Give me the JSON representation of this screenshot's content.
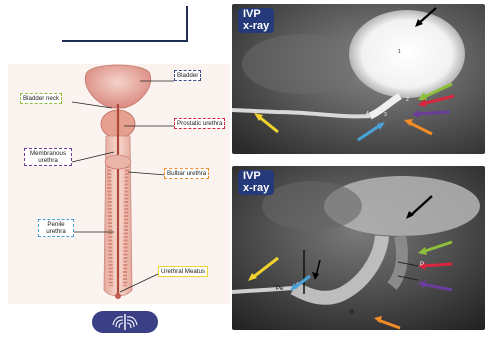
{
  "diagram": {
    "labels": {
      "bladder": "Bladder",
      "bladder_neck": "Bladder neck",
      "prostatic_urethra": "Prostatic urethra",
      "membranous_urethra": "Membranous urethra",
      "bulbar_urethra": "Bulbar urethra",
      "penile_urethra": "Penile urethra",
      "urethral_meatus": "Urethral Meatus"
    },
    "colors": {
      "bladder": "#3b4e8c",
      "bladder_neck": "#8fbf3a",
      "prostatic_urethra": "#d7263d",
      "membranous_urethra": "#6a3d9a",
      "bulbar_urethra": "#f28c28",
      "penile_urethra": "#4aa3d8",
      "urethral_meatus": "#f2d22e"
    }
  },
  "xray_top": {
    "badge_line1": "IVP",
    "badge_line2": "x-ray",
    "marks": {
      "one": "1",
      "two": "2",
      "three": "3",
      "four": "4"
    }
  },
  "xray_bottom": {
    "badge_line1": "IVP",
    "badge_line2": "x-ray",
    "marks": {
      "p": "P",
      "pe": "Pe",
      "b": "B"
    }
  },
  "icons": {
    "logo": "ribcage-logo-icon"
  }
}
